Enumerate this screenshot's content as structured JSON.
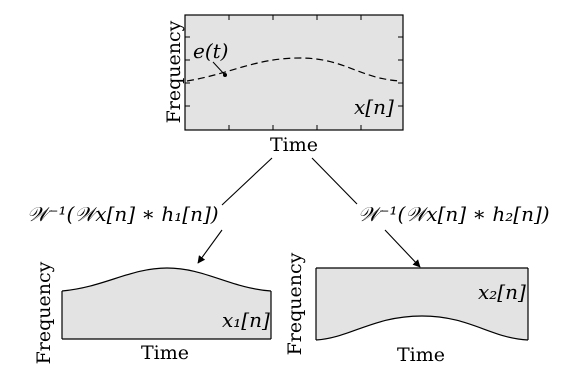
{
  "colors": {
    "panel_fill": "#e3e3e3",
    "stroke": "#000000",
    "background": "#ffffff"
  },
  "top_plot": {
    "ylabel": "Frequency",
    "xlabel": "Time",
    "curve_label": "e(t)",
    "signal_label": "x[n]",
    "curve_style": "dashed"
  },
  "branches": {
    "left_operator": "𝒲⁻¹(𝒲x[n] ∗ h₁[n])",
    "right_operator": "𝒲⁻¹(𝒲x[n] ∗ h₂[n])"
  },
  "left_plot": {
    "ylabel": "Frequency",
    "xlabel": "Time",
    "signal_label": "x₁[n]"
  },
  "right_plot": {
    "ylabel": "Frequency",
    "xlabel": "Time",
    "signal_label": "x₂[n]"
  }
}
